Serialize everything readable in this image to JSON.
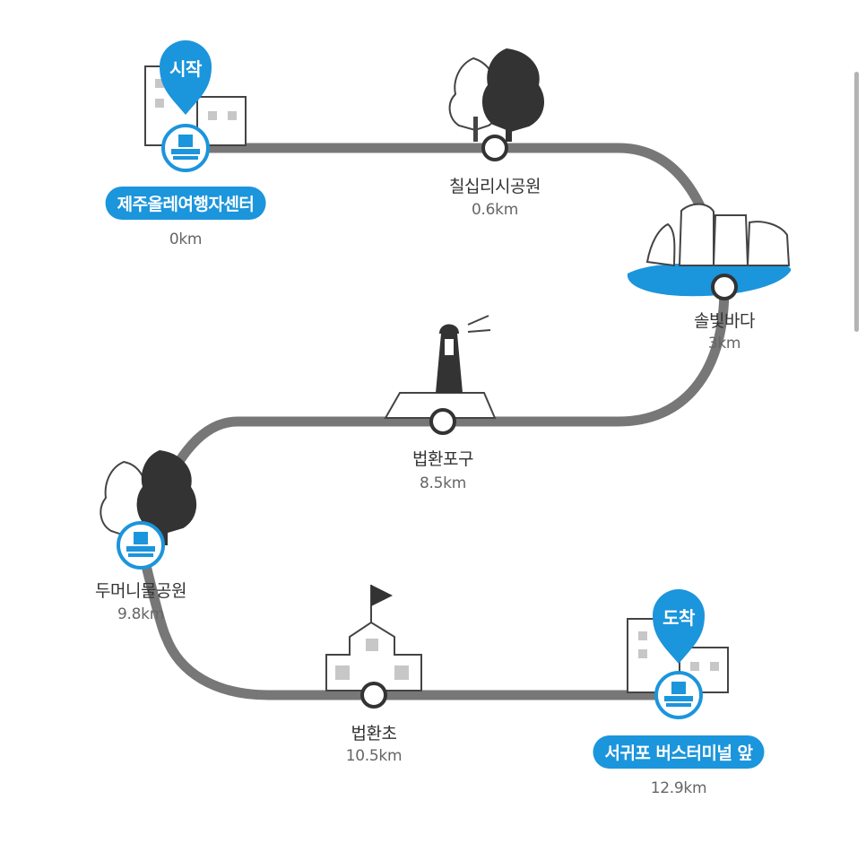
{
  "route": {
    "start_marker": "시작",
    "end_marker": "도착",
    "stops": [
      {
        "name": "제주올레여행자센터",
        "distance": "0km",
        "type": "terminal"
      },
      {
        "name": "칠십리시공원",
        "distance": "0.6km",
        "type": "waypoint",
        "icon": "tree-icon"
      },
      {
        "name": "솔빛바다",
        "distance": "3km",
        "type": "waypoint",
        "icon": "rocks-sea-icon"
      },
      {
        "name": "법환포구",
        "distance": "8.5km",
        "type": "waypoint",
        "icon": "lighthouse-icon"
      },
      {
        "name": "두머니물공원",
        "distance": "9.8km",
        "type": "stamp",
        "icon": "tree-icon"
      },
      {
        "name": "법환초",
        "distance": "10.5km",
        "type": "waypoint",
        "icon": "school-icon"
      },
      {
        "name": "서귀포 버스터미널 앞",
        "distance": "12.9km",
        "type": "terminal"
      }
    ]
  },
  "colors": {
    "path": "#777777",
    "accent": "#1b95dc",
    "water": "#1b95dc"
  }
}
